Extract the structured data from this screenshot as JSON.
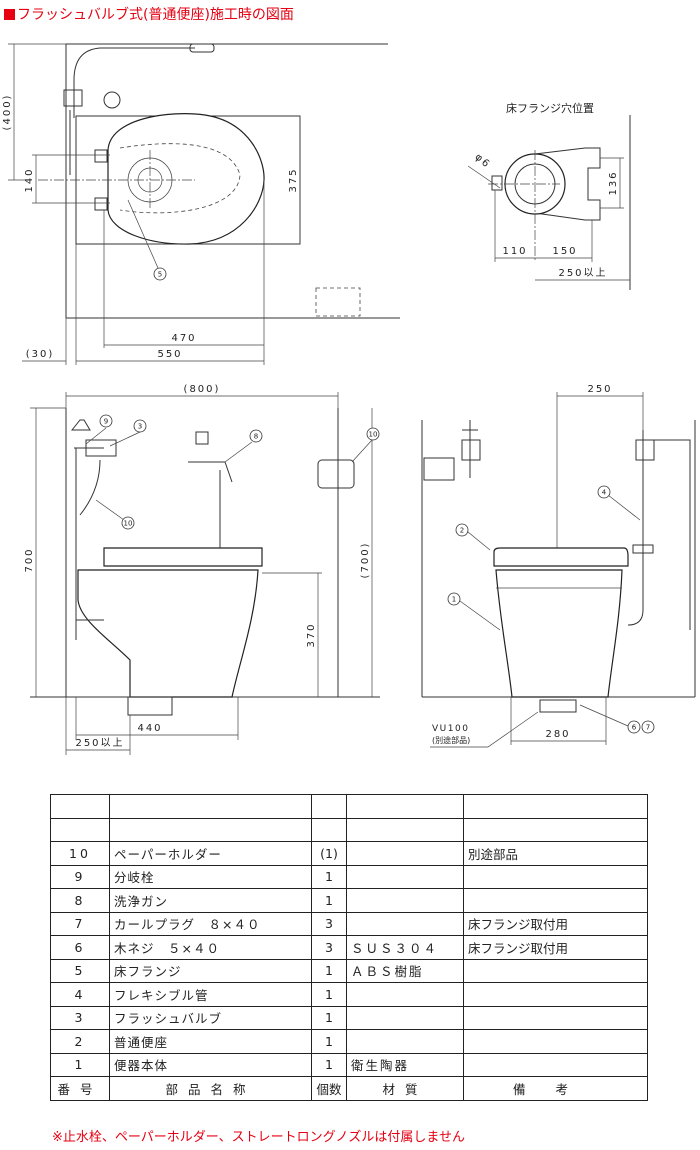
{
  "title": "フラッシュバルブ式(普通便座)施工時の図面",
  "plan_view": {
    "dims": {
      "depth_400": "(400)",
      "width_140": "140",
      "len_375": "375",
      "len_470": "470",
      "len_550": "550",
      "gap_30": "(30)"
    },
    "callout_5": "5"
  },
  "flange_view": {
    "label": "床フランジ穴位置",
    "dims": {
      "phi6": "φ6",
      "d110": "110",
      "d150": "150",
      "d250": "250以上",
      "d136": "136"
    }
  },
  "front_view": {
    "dims": {
      "w800": "(800)",
      "h700": "700",
      "h700r": "(700)",
      "h370": "370",
      "w440": "440",
      "w250": "250以上"
    },
    "callouts": [
      "9",
      "3",
      "8",
      "10",
      "10"
    ]
  },
  "side_view": {
    "dims": {
      "d250": "250",
      "d280": "280"
    },
    "vu_label": "VU100",
    "vu_note": "(別途部品)",
    "callouts": [
      "1",
      "2",
      "4",
      "6",
      "7"
    ]
  },
  "parts_table": {
    "header": {
      "no": "番号",
      "name": "部品名称",
      "qty": "個数",
      "material": "材質",
      "remarks": "備考"
    },
    "rows": [
      {
        "no": "",
        "name": "",
        "qty": "",
        "material": "",
        "remarks": ""
      },
      {
        "no": "",
        "name": "",
        "qty": "",
        "material": "",
        "remarks": ""
      },
      {
        "no": "10",
        "name": "ペーパーホルダー",
        "qty": "(1)",
        "material": "",
        "remarks": "別途部品"
      },
      {
        "no": "9",
        "name": "分岐栓",
        "qty": "1",
        "material": "",
        "remarks": ""
      },
      {
        "no": "8",
        "name": "洗浄ガン",
        "qty": "1",
        "material": "",
        "remarks": ""
      },
      {
        "no": "7",
        "name": "カールプラグ　８×４０",
        "qty": "3",
        "material": "",
        "remarks": "床フランジ取付用"
      },
      {
        "no": "6",
        "name": "木ネジ　５×４０",
        "qty": "3",
        "material": "ＳＵＳ３０４",
        "remarks": "床フランジ取付用"
      },
      {
        "no": "5",
        "name": "床フランジ",
        "qty": "1",
        "material": "ＡＢＳ樹脂",
        "remarks": ""
      },
      {
        "no": "4",
        "name": "フレキシブル管",
        "qty": "1",
        "material": "",
        "remarks": ""
      },
      {
        "no": "3",
        "name": "フラッシュバルブ",
        "qty": "1",
        "material": "",
        "remarks": ""
      },
      {
        "no": "2",
        "name": "普通便座",
        "qty": "1",
        "material": "",
        "remarks": ""
      },
      {
        "no": "1",
        "name": "便器本体",
        "qty": "1",
        "material": "衛生陶器",
        "remarks": ""
      }
    ]
  },
  "note": "※止水栓、ペーパーホルダー、ストレートロングノズルは付属しません",
  "colors": {
    "accent": "#e60012",
    "line": "#222222"
  }
}
